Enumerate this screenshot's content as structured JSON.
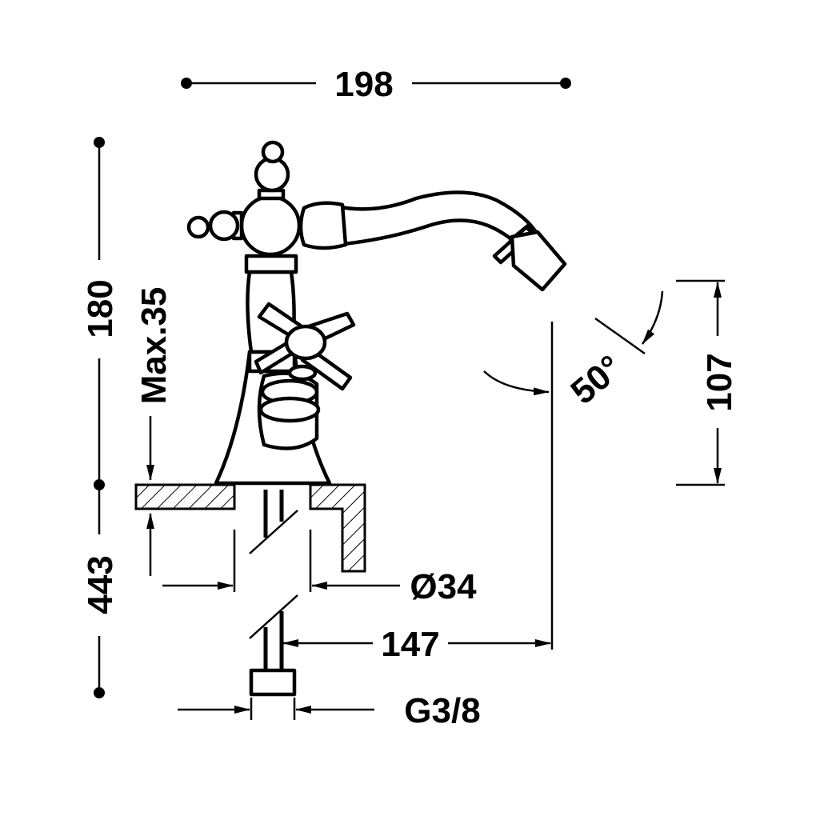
{
  "drawing": {
    "subject": "bidet-mixer-faucet",
    "line_color": "#000000",
    "background": "#ffffff"
  },
  "dimensions": {
    "total_width": "198",
    "total_height": "180",
    "max_deck_thickness": "Max.35",
    "below_deck_length": "443",
    "spout_height": "107",
    "spout_angle": "50°",
    "spout_reach": "147",
    "hole_diameter": "Ø34",
    "connection_thread": "G3/8"
  }
}
